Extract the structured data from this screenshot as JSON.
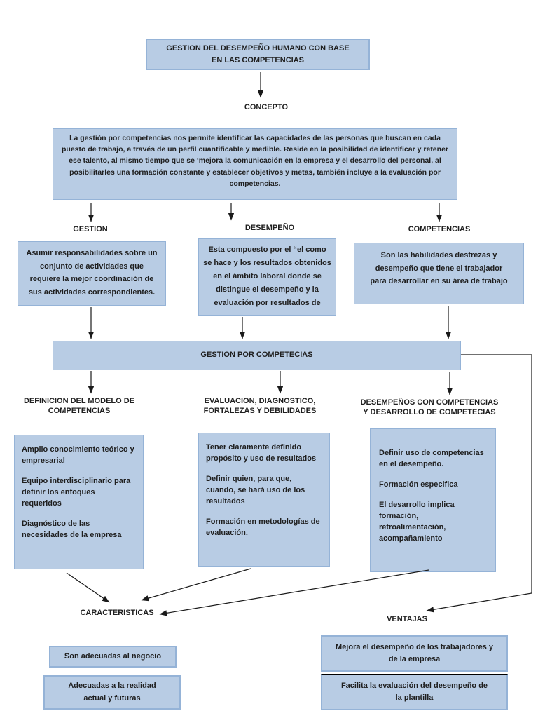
{
  "title": "GESTION DEL DESEMPEÑO HUMANO CON BASE EN LAS COMPETENCIAS",
  "concepto": {
    "label": "CONCEPTO",
    "text": "La gestión por competencias nos permite identificar las capacidades de las personas que buscan en cada puesto de trabajo, a través de un perfil cuantificable y medible. Reside en la posibilidad de identificar y retener ese talento, al mismo tiempo que se ‘mejora la comunicación en la empresa y el desarrollo del personal, al posibilitarles una formación constante y establecer objetivos y metas, también incluye a la evaluación por competencias."
  },
  "branches": [
    {
      "label": "GESTION",
      "text": "Asumir responsabilidades sobre un conjunto de actividades que requiere la mejor coordinación de sus actividades correspondientes."
    },
    {
      "label": "DESEMPEÑO",
      "text": "Esta compuesto por el “el como se hace y los resultados obtenidos en el ámbito laboral donde se distingue el desempeño y la evaluación por resultados de"
    },
    {
      "label": "COMPETENCIAS",
      "text": "Son las habilidades destrezas y desempeño que tiene el trabajador para desarrollar en su área de trabajo"
    }
  ],
  "hub": {
    "label": "GESTION POR COMPETECIAS"
  },
  "pillars": [
    {
      "label": "DEFINICION DEL MODELO DE COMPETENCIAS",
      "items": [
        "Amplio conocimiento teórico y empresarial",
        "Equipo interdisciplinario para definir los enfoques requeridos",
        "Diagnóstico de las necesidades de la empresa"
      ]
    },
    {
      "label": "EVALUACION, DIAGNOSTICO, FORTALEZAS Y DEBILIDADES",
      "items": [
        "Tener claramente definido propósito y uso de resultados",
        "Definir quien, para que, cuando, se hará uso de los resultados",
        "Formación en metodologías de evaluación."
      ]
    },
    {
      "label": "DESEMPEÑOS CON COMPETENCIAS Y DESARROLLO DE COMPETECIAS",
      "items": [
        "Definir uso de competencias en el desempeño.",
        "Formación especifica",
        "El desarrollo implica formación, retroalimentación, acompañamiento"
      ]
    }
  ],
  "caracteristicas": {
    "label": "CARACTERISTICAS",
    "box1": "Son adecuadas al negocio",
    "box2": "Adecuadas a la realidad actual y futuras"
  },
  "ventajas": {
    "label": "VENTAJAS",
    "box1": "Mejora el desempeño de los trabajadores y de la empresa",
    "box2": "Facilita la evaluación del desempeño de la plantilla"
  },
  "colors": {
    "box_fill": "#b8cce4",
    "box_border": "#95b3d7",
    "ink": "#1f1f1f"
  }
}
